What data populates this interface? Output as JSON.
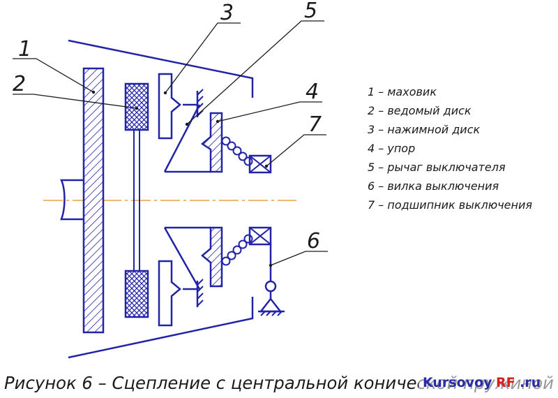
{
  "colors": {
    "parts": "#2323a8",
    "leaders": "#1a1a1a",
    "axis": "#e6a045",
    "watermark_blue": "#2a2aa8",
    "watermark_red": "#d42020"
  },
  "callouts": [
    "1",
    "2",
    "3",
    "4",
    "5",
    "6",
    "7"
  ],
  "legend": [
    "1 – маховик",
    "2 – ведомый диск",
    "3 – нажимной диск",
    "4 – упор",
    "5 – рычаг выключателя",
    "6 – вилка выключения",
    "7 – подшипник выключения"
  ],
  "caption": "Рисунок 6 – Сцепление с центральной конической пружиной",
  "watermark": {
    "part1": "Kursovoy",
    "part2": "RF",
    "part3": ".ru"
  }
}
